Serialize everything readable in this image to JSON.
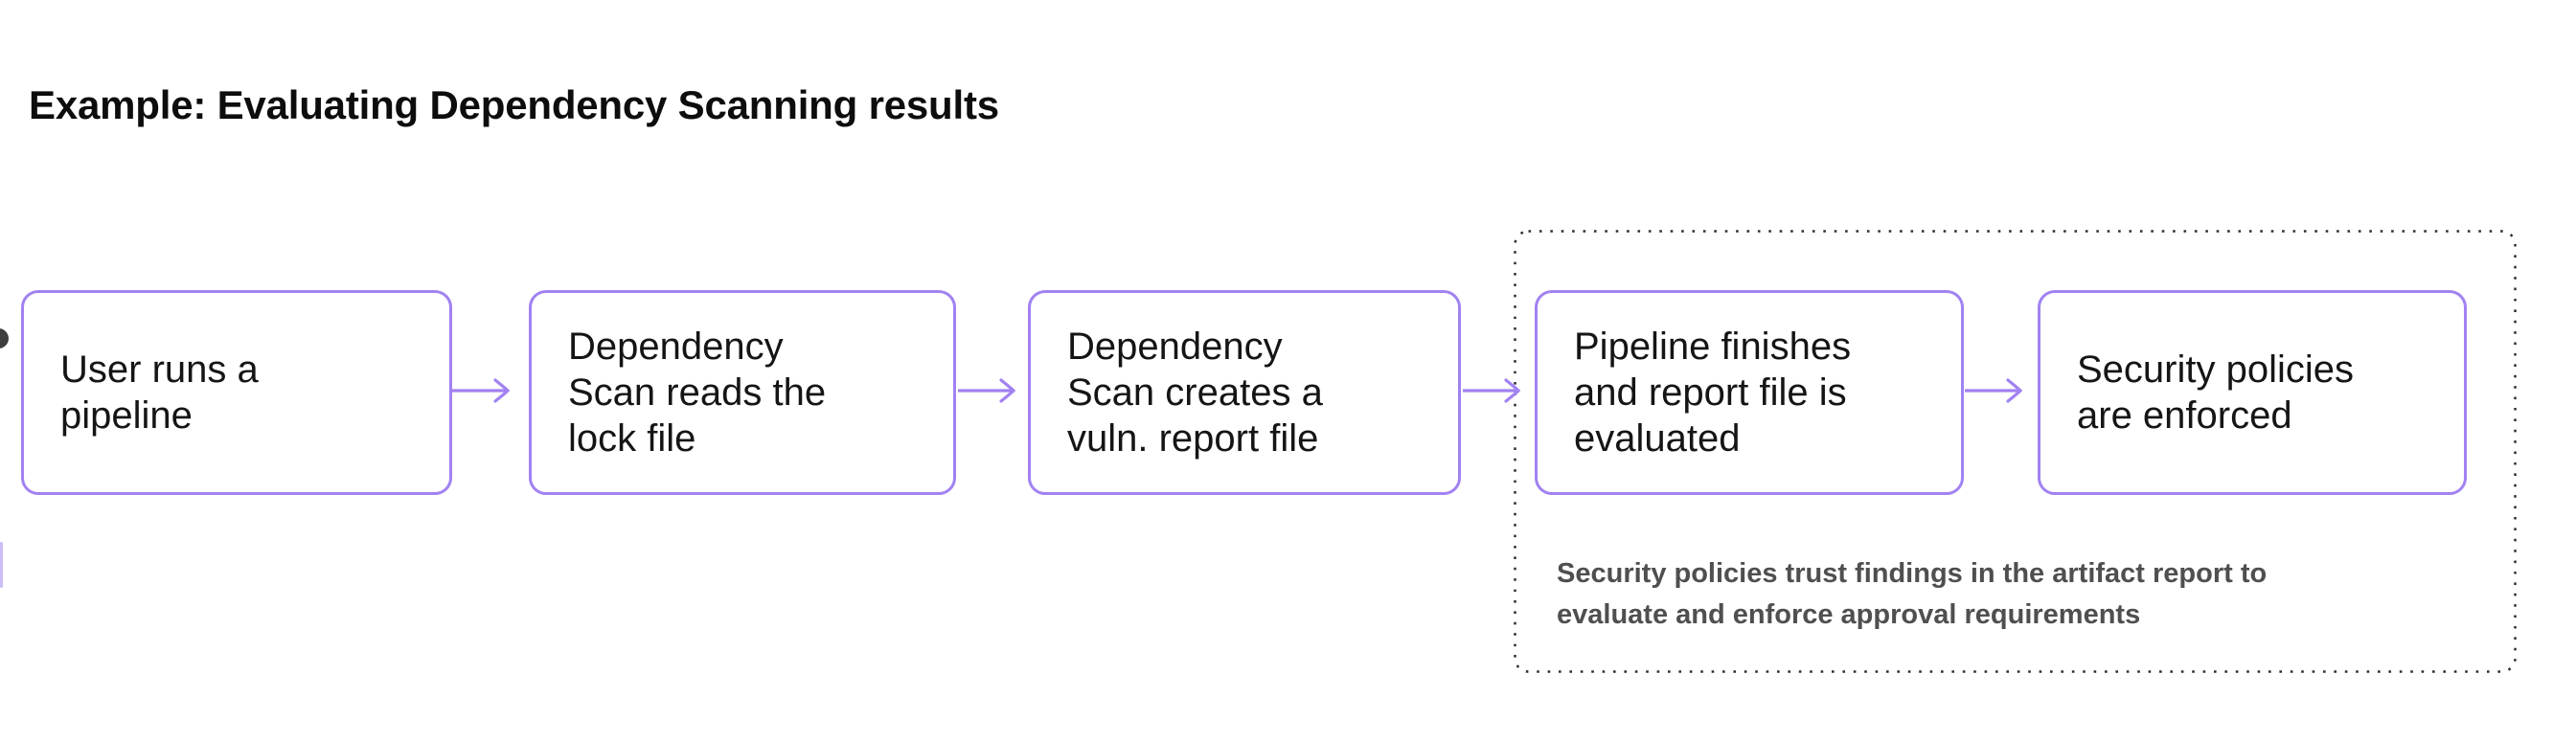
{
  "title": "Example: Evaluating Dependency Scanning results",
  "colors": {
    "accent": "#a182f2",
    "dot_border": "#2e2e2e",
    "title_color": "#0d0d0d",
    "text_color": "#151515",
    "note_color": "#4f4f4f",
    "edge_dot": "#3e3e3e",
    "sliver": "#c7b6f6"
  },
  "flow": {
    "steps": [
      {
        "lines": [
          "User runs a",
          "pipeline"
        ]
      },
      {
        "lines": [
          "Dependency",
          "Scan reads the",
          "lock file"
        ]
      },
      {
        "lines": [
          "Dependency",
          "Scan creates a",
          "vuln. report file"
        ]
      },
      {
        "lines": [
          "Pipeline finishes",
          "and report file is",
          "evaluated"
        ]
      },
      {
        "lines": [
          "Security policies",
          "are enforced"
        ]
      }
    ],
    "note_lines": [
      "Security policies trust findings in the artifact report to",
      "evaluate and enforce approval requirements"
    ]
  }
}
